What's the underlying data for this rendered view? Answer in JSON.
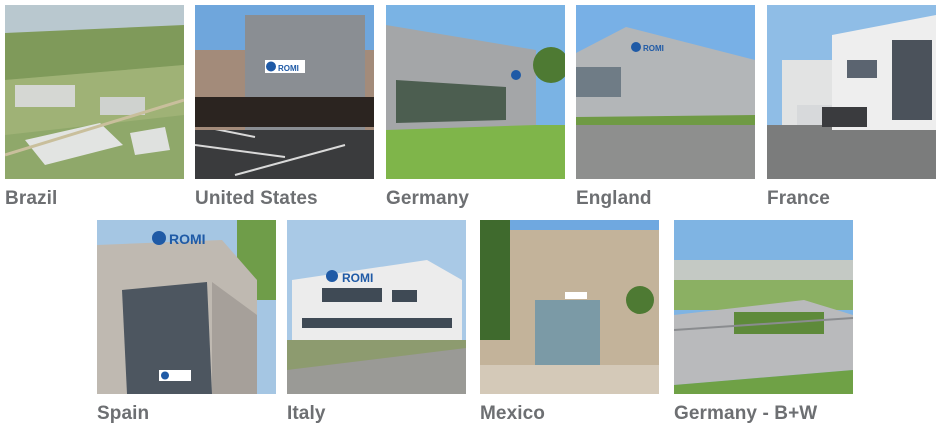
{
  "locations": [
    {
      "caption": "Brazil"
    },
    {
      "caption": "United States"
    },
    {
      "caption": "Germany"
    },
    {
      "caption": "England"
    },
    {
      "caption": "France"
    },
    {
      "caption": "Spain"
    },
    {
      "caption": "Italy"
    },
    {
      "caption": "Mexico"
    },
    {
      "caption": "Germany - B+W"
    }
  ],
  "brand": {
    "logo_text": "ROMI",
    "logo_color": "#1f5aa6"
  }
}
